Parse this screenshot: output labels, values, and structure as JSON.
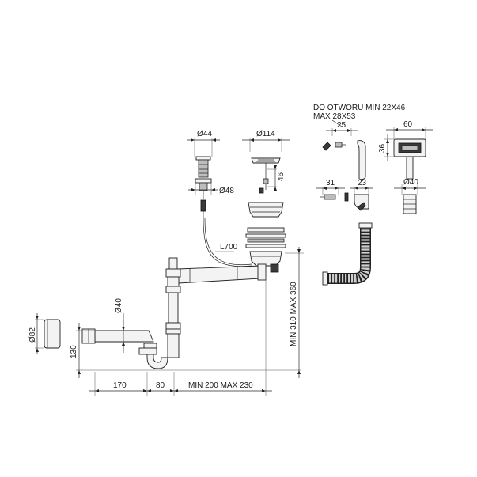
{
  "labels": {
    "d44": "Ø44",
    "d114": "Ø114",
    "d48": "Ø48",
    "l46": "46",
    "l700": "L700",
    "d40_pipe": "Ø40",
    "d82": "Ø82",
    "h130": "130",
    "w170": "170",
    "w80": "80",
    "wmin200": "MIN 200 MAX 230",
    "hmin310": "MIN 310 MAX 360",
    "hole_line1": "DO OTWORU MIN 22X46",
    "hole_line2": "MAX 28X53",
    "w25": "25",
    "w60": "60",
    "h36": "36",
    "w31": "31",
    "w23": "23",
    "d40_overflow": "Ø40"
  },
  "colors": {
    "line": "#2a2a2a",
    "part_fill": "#f3f3f3",
    "dark_fill": "#3a3a3a"
  }
}
